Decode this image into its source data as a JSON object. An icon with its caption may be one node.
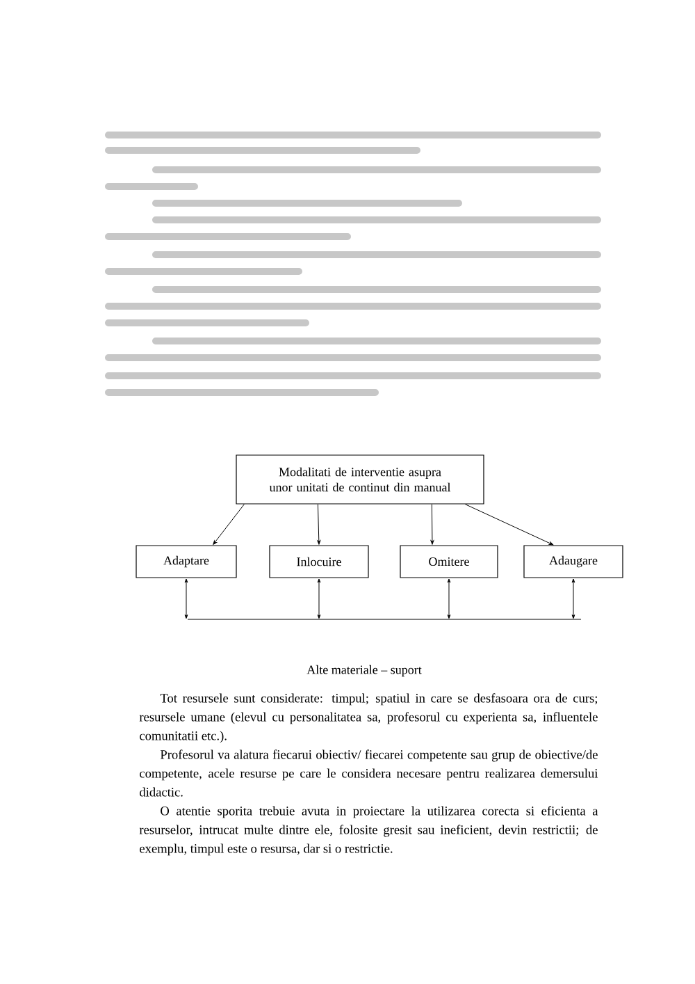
{
  "diagram": {
    "nodes": [
      {
        "text": [
          "Modalitati de interventie asupra unor unitati de continut din manual"
        ]
      },
      {
        "text": [
          "Adaptare"
        ]
      },
      {
        "text": [
          "Inlocuire"
        ]
      },
      {
        "text": [
          "Omitere"
        ]
      },
      {
        "text": [
          "Adaugare"
        ]
      },
      {
        "text": [],
        "shape": "bar"
      }
    ],
    "edges": [
      {
        "from": 0,
        "to": 1,
        "arrow": "to"
      },
      {
        "from": 0,
        "to": 2,
        "arrow": "to"
      },
      {
        "from": 0,
        "to": 3,
        "arrow": "to"
      },
      {
        "from": 0,
        "to": 4,
        "arrow": "to"
      },
      {
        "from": 1,
        "to": 5,
        "arrow": "both"
      },
      {
        "from": 2,
        "to": 5,
        "arrow": "both"
      },
      {
        "from": 3,
        "to": 5,
        "arrow": "both"
      },
      {
        "from": 4,
        "to": 5,
        "arrow": "both"
      }
    ],
    "labels": [
      "Alte materiale – suport",
      "Tot resursele sunt considerate: timpul; spatiul in care se desfasoara ora de curs; resursele umane  (elevul cu personalitatea sa, profesorul cu experienta sa, influentele comunitatii etc.).",
      "Profesorul va alatura fiecarui obiectiv/ fiecarei competente sau grup de obiective/de competente, acele resurse pe care le considera necesare pentru realizarea demersului didactic.",
      "O atentie sporita trebuie avuta in proiectare la utilizarea corecta si eficienta a resurselor, intrucat multe dintre ele, folosite gresit sau ineficient, devin restrictii; de exemplu, timpul este o resursa, dar si o restrictie."
    ]
  }
}
